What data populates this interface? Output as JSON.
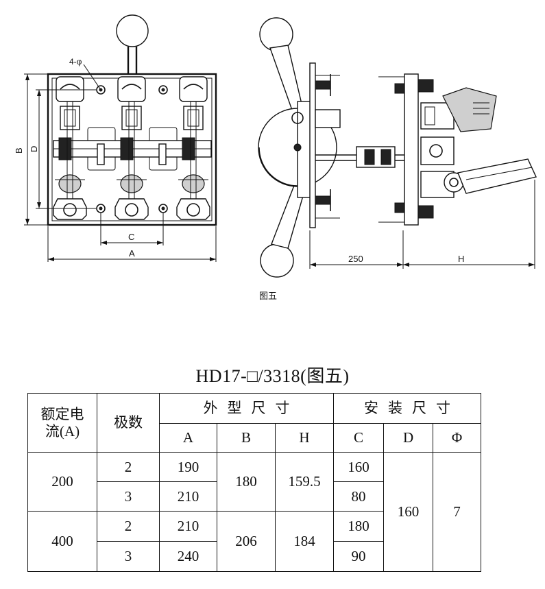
{
  "drawing": {
    "front_view": {
      "dim_A": "A",
      "dim_B": "B",
      "dim_C": "C",
      "dim_D": "D",
      "hole_label": "4-φ"
    },
    "side_view": {
      "dim_250": "250",
      "dim_H": "H"
    },
    "figure_caption": "图五"
  },
  "table": {
    "title": "HD17-□/3318(图五)",
    "headers": {
      "rated_current_line1": "额定电",
      "rated_current_line2": "流(A)",
      "poles": "极数",
      "outline_dims": "外型尺寸",
      "mount_dims": "安装尺寸",
      "A": "A",
      "B": "B",
      "H": "H",
      "C": "C",
      "D": "D",
      "phi": "Φ"
    },
    "rows": [
      {
        "current": "200",
        "poles": "2",
        "A": "190",
        "B": "180",
        "H": "159.5",
        "C": "160"
      },
      {
        "poles": "3",
        "A": "210",
        "C": "80"
      },
      {
        "current": "400",
        "poles": "2",
        "A": "210",
        "B": "206",
        "H": "184",
        "C": "180"
      },
      {
        "poles": "3",
        "A": "240",
        "C": "90"
      }
    ],
    "shared": {
      "D": "160",
      "phi": "7"
    }
  }
}
